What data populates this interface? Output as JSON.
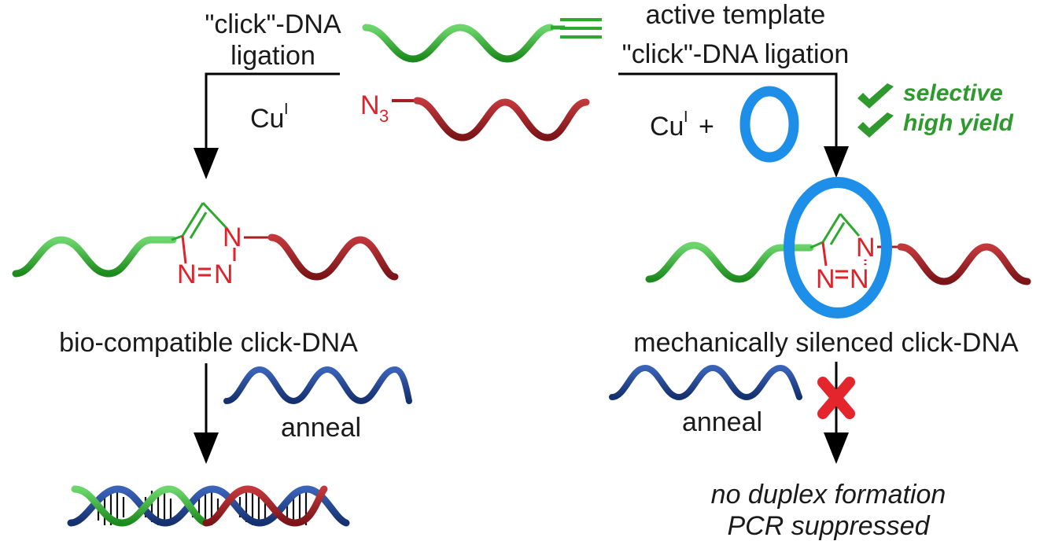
{
  "left": {
    "title_line1": "\"click\"-DNA",
    "title_line2": "ligation",
    "reagent_base": "Cu",
    "reagent_sup": "I",
    "product_label": "bio-compatible click-DNA",
    "anneal_label": "anneal"
  },
  "right": {
    "title_line1": "active template",
    "title_line2": "\"click\"-DNA ligation",
    "reagent_base": "Cu",
    "reagent_sup": "I",
    "reagent_plus": "+",
    "benefit_1": "selective",
    "benefit_2": "high yield",
    "product_label": "mechanically silenced click-DNA",
    "anneal_label": "anneal",
    "outcome_line1": "no duplex formation",
    "outcome_line2": "PCR suppressed"
  },
  "azide": {
    "N": "N",
    "sub": "3"
  },
  "triazole": {
    "atom_n1": "N",
    "atom_n2": "N",
    "atom_n3": "N"
  },
  "colors": {
    "alkyne_strand": "#2ea82e",
    "azide_strand": "#a51e22",
    "complement_strand": "#1f3f8f",
    "macrocycle": "#1e8fe8",
    "red_label": "#e0222a",
    "check_green": "#2e9a2e",
    "cross_red": "#e4262c"
  },
  "icons": [
    "check-icon",
    "cross-icon",
    "macrocycle-ring"
  ]
}
